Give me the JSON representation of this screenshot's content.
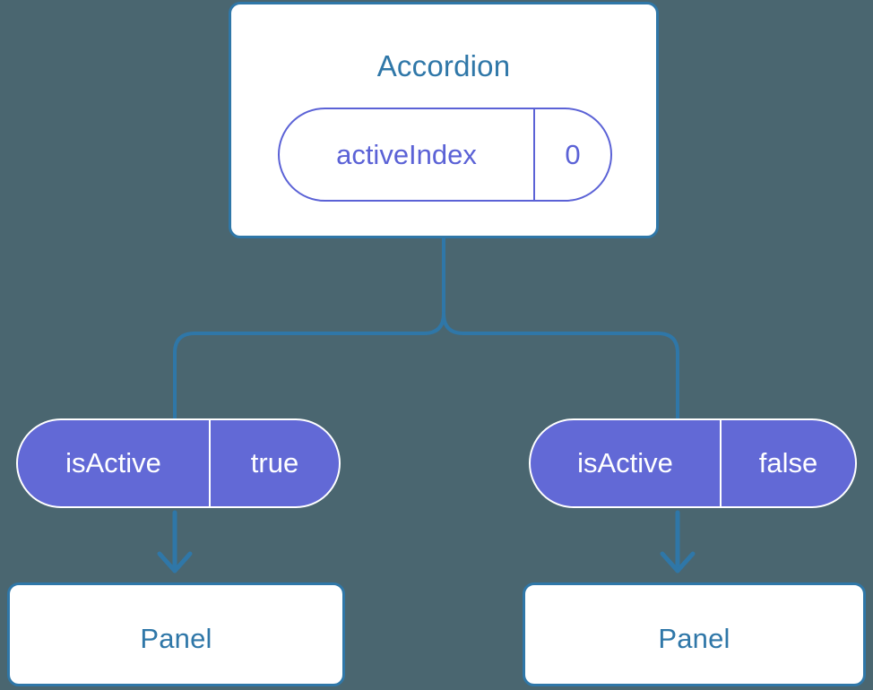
{
  "diagram": {
    "type": "component-tree",
    "background_color": "#4a6670",
    "node_border_color": "#2f77a8",
    "node_text_color": "#2f77a8",
    "state_pill_color": "#5b62d6",
    "prop_pill_fill": "#6269d6",
    "prop_pill_text": "#ffffff",
    "connector_color": "#2f77a8"
  },
  "root": {
    "title": "Accordion",
    "state": {
      "key": "activeIndex",
      "value": "0"
    }
  },
  "children": [
    {
      "prop": {
        "key": "isActive",
        "value": "true"
      },
      "title": "Panel"
    },
    {
      "prop": {
        "key": "isActive",
        "value": "false"
      },
      "title": "Panel"
    }
  ]
}
